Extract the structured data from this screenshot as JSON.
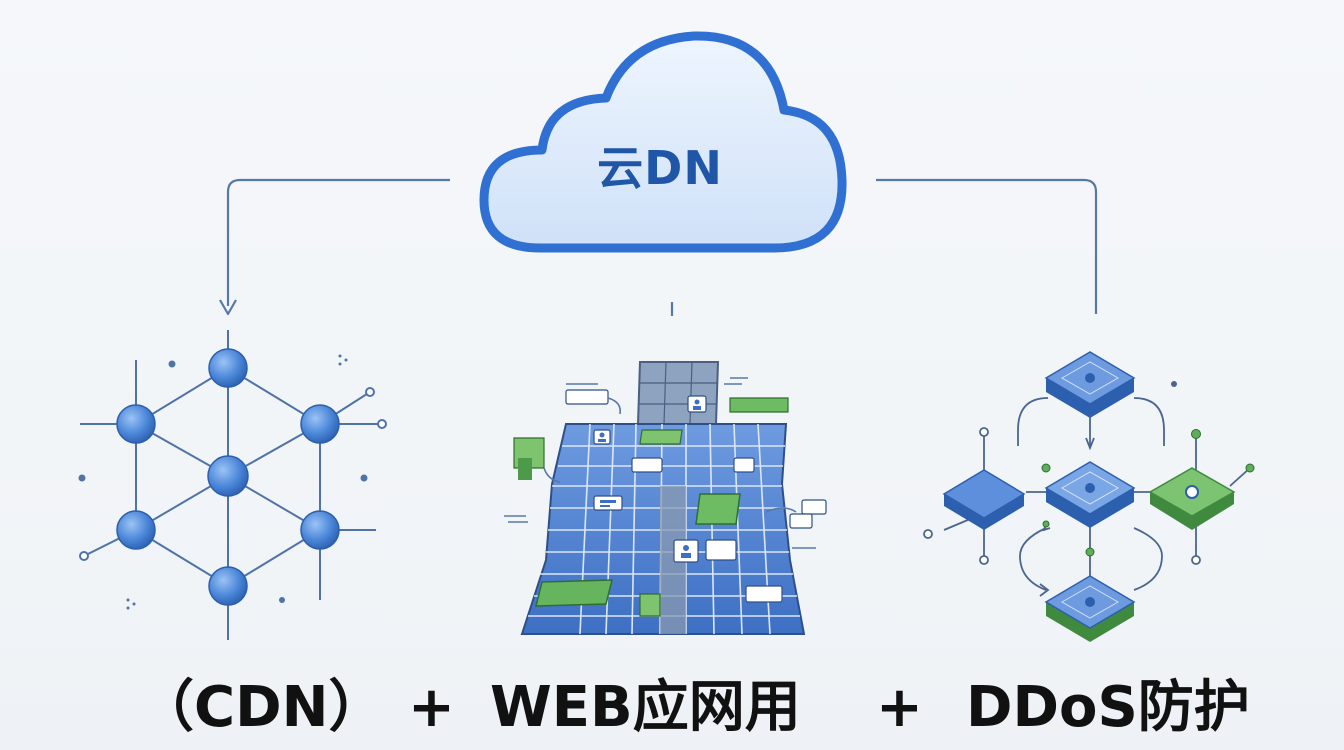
{
  "diagram": {
    "cloud": {
      "label": "云DN",
      "icon": "cloud-icon"
    },
    "components": [
      {
        "label": "（CDN）",
        "icon": "network-nodes-icon"
      },
      {
        "label": "WEB应网用",
        "icon": "web-grid-icon"
      },
      {
        "label": "DDoS防护",
        "icon": "ddos-shield-icon"
      }
    ],
    "separator": "+",
    "colors": {
      "primary_blue": "#2e6fd0",
      "cloud_fill": "#dbe9fb",
      "green_accent": "#5fae5a",
      "connector": "#5878a8"
    }
  }
}
